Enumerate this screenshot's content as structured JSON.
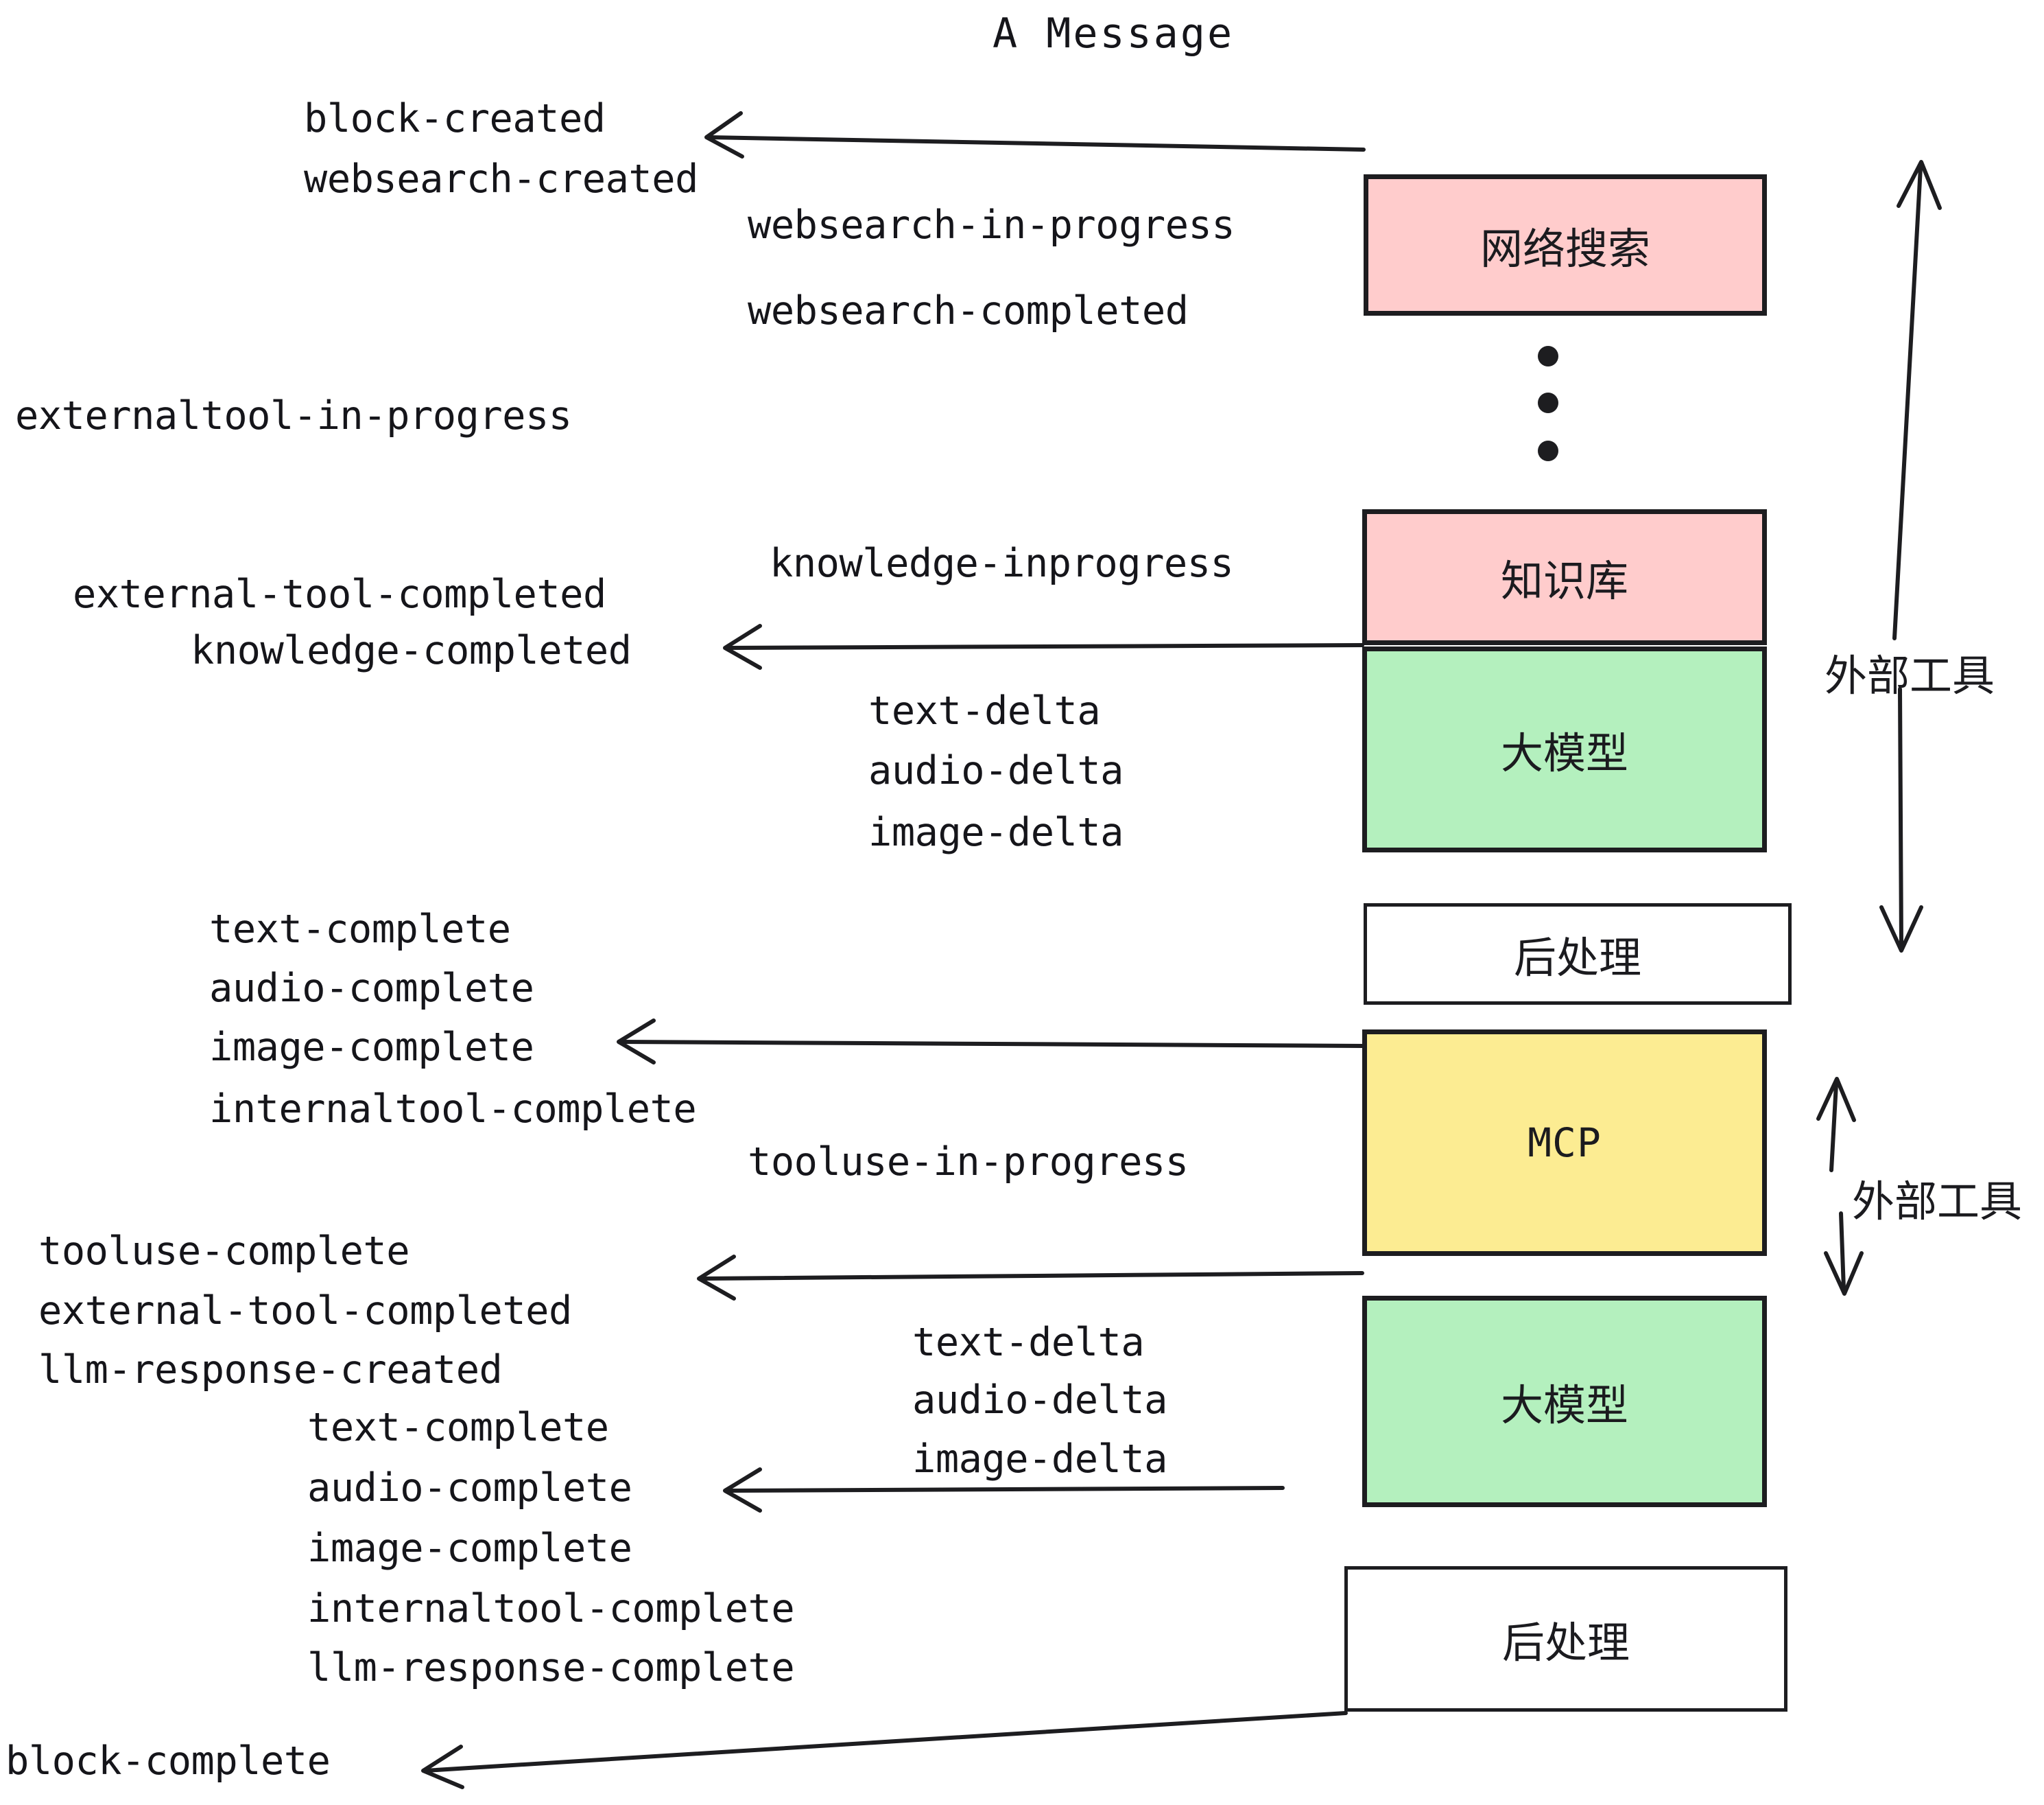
{
  "title": "A Message",
  "colors": {
    "pink": "#FFCCCC",
    "green": "#B4F0BE",
    "yellow": "#FCEC92",
    "white": "#FFFFFF",
    "stroke": "#1D1D20",
    "text": "#15151A"
  },
  "nodes": [
    {
      "id": "websearch",
      "label": "网络搜索",
      "fill": "#FFCCCC",
      "kind": "cjk"
    },
    {
      "id": "knowledge",
      "label": "知识库",
      "fill": "#FFCCCC",
      "kind": "cjk"
    },
    {
      "id": "llm-top",
      "label": "大模型",
      "fill": "#B4F0BE",
      "kind": "cjk"
    },
    {
      "id": "post-top",
      "label": "后处理",
      "fill": "#FFFFFF",
      "kind": "cjk"
    },
    {
      "id": "mcp",
      "label": "MCP",
      "fill": "#FCEC92",
      "kind": "latin"
    },
    {
      "id": "llm-bottom",
      "label": "大模型",
      "fill": "#B4F0BE",
      "kind": "cjk"
    },
    {
      "id": "post-bottom",
      "label": "后处理",
      "fill": "#FFFFFF",
      "kind": "cjk"
    }
  ],
  "side_labels": [
    {
      "id": "external-tools-top",
      "label": "外部工具"
    },
    {
      "id": "external-tools-bottom",
      "label": "外部工具"
    }
  ],
  "events": [
    {
      "id": "e01",
      "text": "block-created"
    },
    {
      "id": "e02",
      "text": "websearch-created"
    },
    {
      "id": "e03",
      "text": "websearch-in-progress"
    },
    {
      "id": "e04",
      "text": "websearch-completed"
    },
    {
      "id": "e05",
      "text": "externaltool-in-progress"
    },
    {
      "id": "e06",
      "text": "knowledge-inprogress"
    },
    {
      "id": "e07",
      "text": "external-tool-completed"
    },
    {
      "id": "e08",
      "text": "knowledge-completed"
    },
    {
      "id": "e09",
      "text": "text-delta"
    },
    {
      "id": "e10",
      "text": "audio-delta"
    },
    {
      "id": "e11",
      "text": "image-delta"
    },
    {
      "id": "e12",
      "text": "text-complete"
    },
    {
      "id": "e13",
      "text": "audio-complete"
    },
    {
      "id": "e14",
      "text": "image-complete"
    },
    {
      "id": "e15",
      "text": "internaltool-complete"
    },
    {
      "id": "e16",
      "text": "tooluse-in-progress"
    },
    {
      "id": "e17",
      "text": "tooluse-complete"
    },
    {
      "id": "e18",
      "text": "external-tool-completed"
    },
    {
      "id": "e19",
      "text": "llm-response-created"
    },
    {
      "id": "e20",
      "text": "text-complete"
    },
    {
      "id": "e21",
      "text": "audio-complete"
    },
    {
      "id": "e22",
      "text": "image-complete"
    },
    {
      "id": "e23",
      "text": "internaltool-complete"
    },
    {
      "id": "e24",
      "text": "llm-response-complete"
    },
    {
      "id": "e25",
      "text": "text-delta"
    },
    {
      "id": "e26",
      "text": "audio-delta"
    },
    {
      "id": "e27",
      "text": "image-delta"
    },
    {
      "id": "e28",
      "text": "block-complete"
    }
  ]
}
